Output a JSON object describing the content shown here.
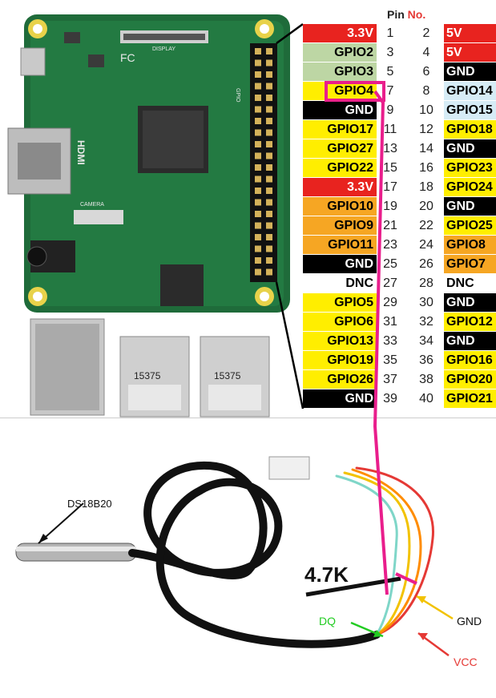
{
  "pin_header": {
    "prefix": "Pin",
    "suffix": "No."
  },
  "board": {
    "display_label": "DISPLAY",
    "hdmi_label": "HDMI",
    "camera_label": "CAMERA",
    "usb_label_1": "15375",
    "usb_label_2": "15375",
    "gpio_label": "GPIO",
    "fcc_label": "FC"
  },
  "pins": [
    {
      "left_name": "3.3V",
      "left_num": "1",
      "right_num": "2",
      "right_name": "5V",
      "left_color": "#e8231f",
      "left_text": "#ffffff",
      "right_color": "#e8231f",
      "right_text": "#ffffff"
    },
    {
      "left_name": "GPIO2",
      "left_num": "3",
      "right_num": "4",
      "right_name": "5V",
      "left_color": "#bdd6a4",
      "left_text": "#000000",
      "right_color": "#e8231f",
      "right_text": "#ffffff"
    },
    {
      "left_name": "GPIO3",
      "left_num": "5",
      "right_num": "6",
      "right_name": "GND",
      "left_color": "#bdd6a4",
      "left_text": "#000000",
      "right_color": "#000000",
      "right_text": "#ffffff"
    },
    {
      "left_name": "GPIO4",
      "left_num": "7",
      "right_num": "8",
      "right_name": "GPIO14",
      "left_color": "#ffee00",
      "left_text": "#000000",
      "right_color": "#d6ecf6",
      "right_text": "#000000"
    },
    {
      "left_name": "GND",
      "left_num": "9",
      "right_num": "10",
      "right_name": "GPIO15",
      "left_color": "#000000",
      "left_text": "#ffffff",
      "right_color": "#d6ecf6",
      "right_text": "#000000"
    },
    {
      "left_name": "GPIO17",
      "left_num": "11",
      "right_num": "12",
      "right_name": "GPIO18",
      "left_color": "#ffee00",
      "left_text": "#000000",
      "right_color": "#ffee00",
      "right_text": "#000000"
    },
    {
      "left_name": "GPIO27",
      "left_num": "13",
      "right_num": "14",
      "right_name": "GND",
      "left_color": "#ffee00",
      "left_text": "#000000",
      "right_color": "#000000",
      "right_text": "#ffffff"
    },
    {
      "left_name": "GPIO22",
      "left_num": "15",
      "right_num": "16",
      "right_name": "GPIO23",
      "left_color": "#ffee00",
      "left_text": "#000000",
      "right_color": "#ffee00",
      "right_text": "#000000"
    },
    {
      "left_name": "3.3V",
      "left_num": "17",
      "right_num": "18",
      "right_name": "GPIO24",
      "left_color": "#e8231f",
      "left_text": "#ffffff",
      "right_color": "#ffee00",
      "right_text": "#000000"
    },
    {
      "left_name": "GPIO10",
      "left_num": "19",
      "right_num": "20",
      "right_name": "GND",
      "left_color": "#f6a623",
      "left_text": "#000000",
      "right_color": "#000000",
      "right_text": "#ffffff"
    },
    {
      "left_name": "GPIO9",
      "left_num": "21",
      "right_num": "22",
      "right_name": "GPIO25",
      "left_color": "#f6a623",
      "left_text": "#000000",
      "right_color": "#ffee00",
      "right_text": "#000000"
    },
    {
      "left_name": "GPIO11",
      "left_num": "23",
      "right_num": "24",
      "right_name": "GPIO8",
      "left_color": "#f6a623",
      "left_text": "#000000",
      "right_color": "#f6a623",
      "right_text": "#000000"
    },
    {
      "left_name": "GND",
      "left_num": "25",
      "right_num": "26",
      "right_name": "GPIO7",
      "left_color": "#000000",
      "left_text": "#ffffff",
      "right_color": "#f6a623",
      "right_text": "#000000"
    },
    {
      "left_name": "DNC",
      "left_num": "27",
      "right_num": "28",
      "right_name": "DNC",
      "left_color": "#ffffff",
      "left_text": "#000000",
      "right_color": "#ffffff",
      "right_text": "#000000"
    },
    {
      "left_name": "GPIO5",
      "left_num": "29",
      "right_num": "30",
      "right_name": "GND",
      "left_color": "#ffee00",
      "left_text": "#000000",
      "right_color": "#000000",
      "right_text": "#ffffff"
    },
    {
      "left_name": "GPIO6",
      "left_num": "31",
      "right_num": "32",
      "right_name": "GPIO12",
      "left_color": "#ffee00",
      "left_text": "#000000",
      "right_color": "#ffee00",
      "right_text": "#000000"
    },
    {
      "left_name": "GPIO13",
      "left_num": "33",
      "right_num": "34",
      "right_name": "GND",
      "left_color": "#ffee00",
      "left_text": "#000000",
      "right_color": "#000000",
      "right_text": "#ffffff"
    },
    {
      "left_name": "GPIO19",
      "left_num": "35",
      "right_num": "36",
      "right_name": "GPIO16",
      "left_color": "#ffee00",
      "left_text": "#000000",
      "right_color": "#ffee00",
      "right_text": "#000000"
    },
    {
      "left_name": "GPIO26",
      "left_num": "37",
      "right_num": "38",
      "right_name": "GPIO20",
      "left_color": "#ffee00",
      "left_text": "#000000",
      "right_color": "#ffee00",
      "right_text": "#000000"
    },
    {
      "left_name": "GND",
      "left_num": "39",
      "right_num": "40",
      "right_name": "GPIO21",
      "left_color": "#000000",
      "left_text": "#ffffff",
      "right_color": "#ffee00",
      "right_text": "#000000"
    }
  ],
  "sensor": {
    "name": "DS18B20",
    "resistor": "4.7K",
    "dq_label": "DQ",
    "gnd_label": "GND",
    "vcc_label": "VCC"
  },
  "colors": {
    "highlight": "#e91e8c",
    "dq": "#22cc22",
    "gnd": "#f2c200",
    "vcc": "#e53935",
    "board_green": "#1f6b3a"
  }
}
